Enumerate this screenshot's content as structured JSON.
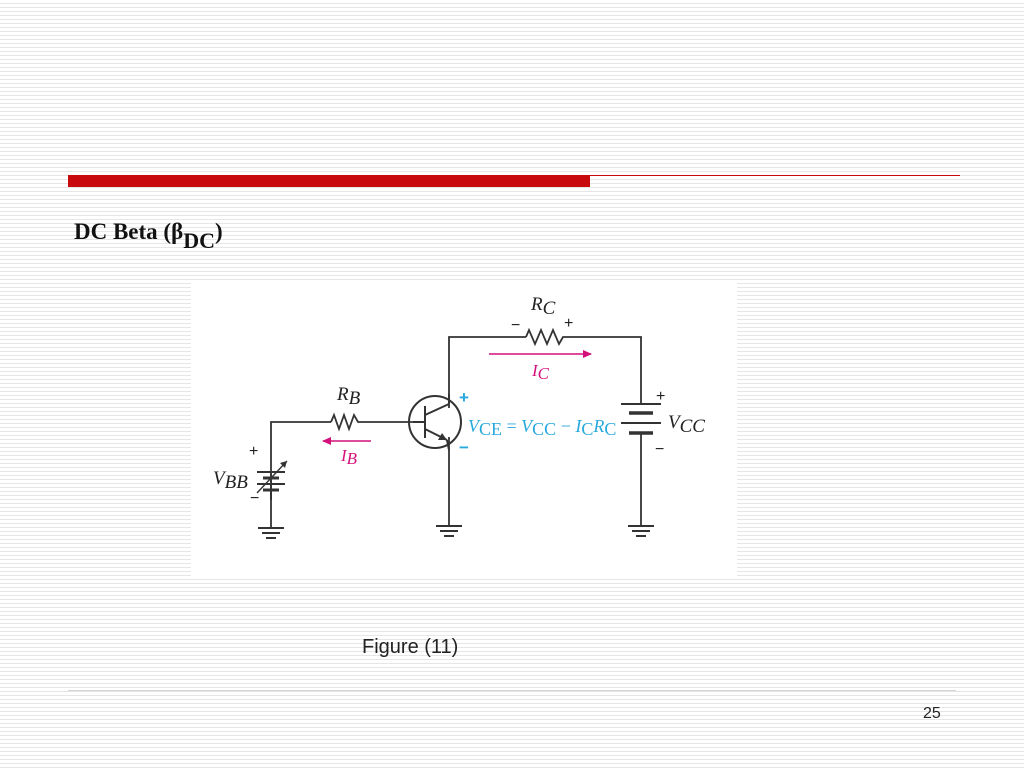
{
  "slide": {
    "title_main": "DC Beta (β",
    "title_sub": "DC",
    "title_close": ")",
    "caption": "Figure (11)",
    "page_number": "25"
  },
  "colors": {
    "accent_red": "#c8090e",
    "current_magenta": "#d4117b",
    "voltage_blue": "#28a9dd"
  },
  "circuit": {
    "rc": {
      "main": "R",
      "sub": "C",
      "minus": "−",
      "plus": "+"
    },
    "ic": {
      "main": "I",
      "sub": "C"
    },
    "rb": {
      "main": "R",
      "sub": "B"
    },
    "ib": {
      "main": "I",
      "sub": "B"
    },
    "vbb": {
      "main": "V",
      "sub": "BB",
      "plus": "+",
      "minus": "−"
    },
    "vcc": {
      "main": "V",
      "sub": "CC",
      "plus": "+",
      "minus": "−"
    },
    "vce": {
      "plus": "+",
      "minus": "−",
      "v1": "V",
      "s1": "CE",
      "eq": " = ",
      "v2": "V",
      "s2": "CC",
      "op": " − ",
      "v3": "I",
      "s3": "C",
      "v4": "R",
      "s4": "C"
    }
  }
}
